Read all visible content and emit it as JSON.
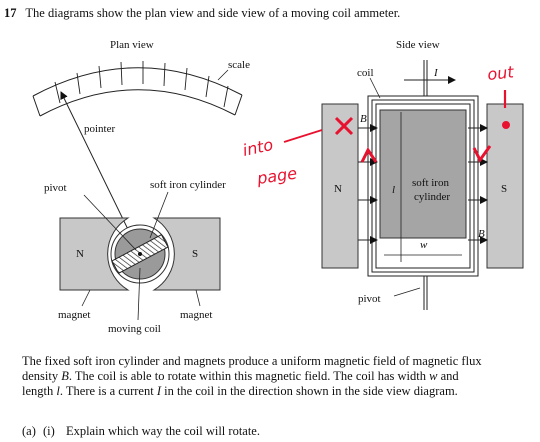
{
  "question": {
    "number": "17",
    "intro": "The diagrams show the plan view and side view of a moving coil ammeter."
  },
  "plan_view": {
    "title": "Plan view",
    "labels": {
      "scale": "scale",
      "pointer": "pointer",
      "pivot": "pivot",
      "soft_iron_cylinder": "soft iron cylinder",
      "magnet_left": "magnet",
      "magnet_right": "magnet",
      "moving_coil": "moving coil",
      "pole_n": "N",
      "pole_s": "S"
    }
  },
  "side_view": {
    "title": "Side view",
    "labels": {
      "coil": "coil",
      "current": "I",
      "field_top": "B",
      "field_bottom": "B",
      "length": "l",
      "width": "w",
      "cylinder_line1": "soft iron",
      "cylinder_line2": "cylinder",
      "pole_n": "N",
      "pole_s": "S",
      "pivot": "pivot"
    }
  },
  "annotations": {
    "into_line1": "into",
    "into_line2": "page",
    "out_text": "out",
    "color": "#e8122f"
  },
  "body": {
    "p1": "The fixed soft iron cylinder and magnets produce a uniform magnetic field of magnetic flux density ",
    "p1_B": "B",
    "p2": ". The coil is able to rotate within this magnetic field. The coil has width ",
    "p2_w": "w",
    "p3": " and length ",
    "p3_l": "l",
    "p4": ". There is a current ",
    "p4_I": "I",
    "p5": " in the coil in the direction shown in the side view diagram."
  },
  "subquestion": {
    "part": "(a)",
    "sub": "(i)",
    "text": "Explain which way the coil will rotate."
  }
}
